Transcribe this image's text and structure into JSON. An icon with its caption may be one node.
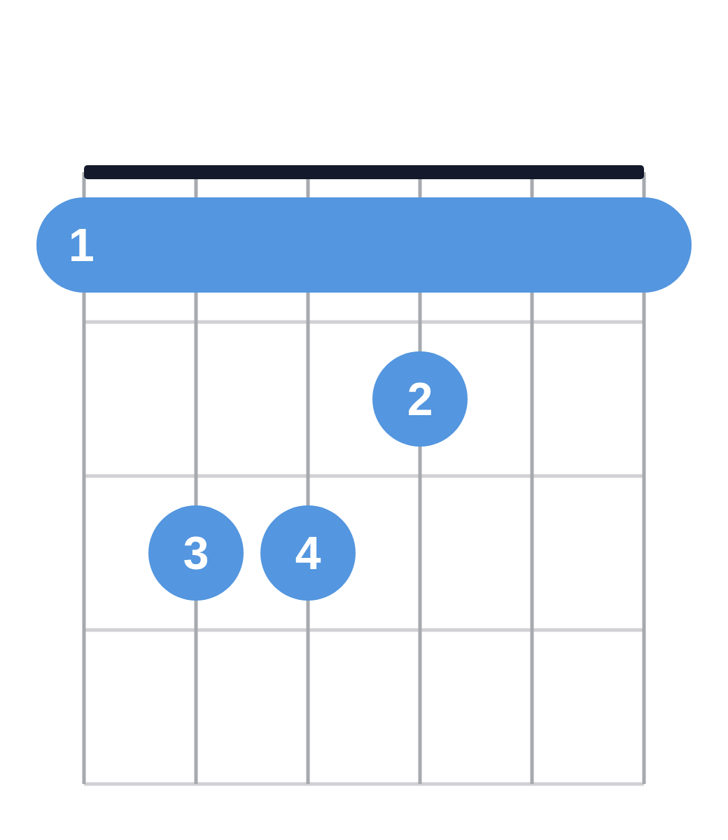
{
  "diagram": {
    "nodes": [
      {
        "text": [
          "1"
        ]
      },
      {
        "text": [
          "2"
        ]
      },
      {
        "text": [
          "3"
        ]
      },
      {
        "text": [
          "4"
        ]
      }
    ]
  }
}
